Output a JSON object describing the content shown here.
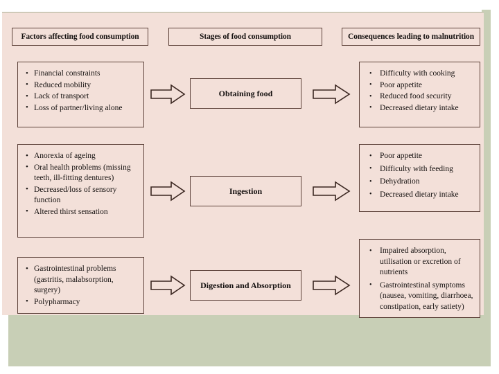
{
  "palette": {
    "panel_bg": "#f3e0d9",
    "accent_green": "#c8cfb6",
    "line": "#5b4038",
    "text": "#14100f",
    "page_bg": "#ffffff"
  },
  "headers": [
    {
      "id": "factors",
      "label": "Factors affecting food consumption"
    },
    {
      "id": "stages",
      "label": "Stages of food consumption"
    },
    {
      "id": "consequences",
      "label": "Consequences leading to malnutrition"
    }
  ],
  "rows": [
    {
      "id": "obtaining-food",
      "stage": "Obtaining food",
      "arrow_left": "arrow-right-icon",
      "arrow_right": "arrow-right-icon",
      "factors": [
        "Financial constraints",
        "Reduced mobility",
        "Lack of transport",
        "Loss of partner/living alone"
      ],
      "consequences": [
        "Difficulty with cooking",
        "Poor appetite",
        "Reduced food security",
        "Decreased dietary intake"
      ]
    },
    {
      "id": "ingestion",
      "stage": "Ingestion",
      "arrow_left": "arrow-right-icon",
      "arrow_right": "arrow-right-icon",
      "factors": [
        "Anorexia of ageing",
        "Oral health problems (missing teeth, ill-fitting dentures)",
        "Decreased/loss of sensory function",
        "Altered thirst sensation"
      ],
      "consequences": [
        "Poor appetite",
        "Difficulty with feeding",
        "Dehydration",
        "Decreased dietary intake"
      ]
    },
    {
      "id": "digestion-and-absorption",
      "stage": "Digestion and Absorption",
      "arrow_left": "arrow-right-icon",
      "arrow_right": "arrow-right-icon",
      "factors": [
        "Gastrointestinal problems (gastritis, malabsorption, surgery)",
        "Polypharmacy"
      ],
      "consequences": [
        "Impaired absorption, utilisation or excretion of nutrients",
        "Gastrointestinal symptoms (nausea, vomiting, diarrhoea, constipation, early satiety)"
      ]
    }
  ]
}
